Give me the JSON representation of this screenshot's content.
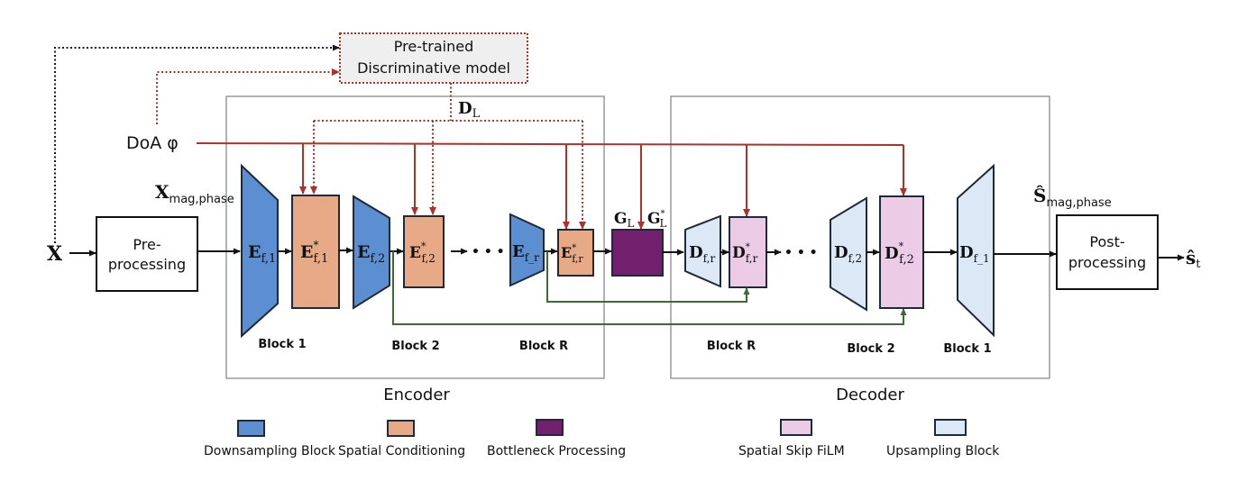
{
  "pretrained_model": {
    "line1": "Pre-trained",
    "line2": "Discriminative model"
  },
  "doa_label": "DoA φ",
  "dl_label": {
    "main": "D",
    "sub": "L"
  },
  "input": {
    "x": "X",
    "xmag": {
      "main": "X",
      "sub": "mag,phase"
    }
  },
  "preprocessing": {
    "line1": "Pre-",
    "line2": "processing"
  },
  "postprocessing": {
    "line1": "Post-",
    "line2": "processing"
  },
  "output": {
    "s_hat_mag": {
      "main": "Ŝ",
      "sub": "mag,phase"
    },
    "s_t": {
      "main": "ŝ",
      "sub": "t"
    }
  },
  "encoder": {
    "title": "Encoder",
    "blocks": [
      {
        "down": {
          "main": "E",
          "sub": "f,1"
        },
        "cond": {
          "main": "E",
          "sup": "*",
          "sub": "f,1"
        },
        "label": "Block 1"
      },
      {
        "down": {
          "main": "E",
          "sub": "f,2"
        },
        "cond": {
          "main": "E",
          "sup": "*",
          "sub": "f,2"
        },
        "label": "Block 2"
      },
      {
        "down": {
          "main": "E",
          "sub": "f_r"
        },
        "cond": {
          "main": "E",
          "sup": "*",
          "sub": "f,r"
        },
        "label": "Block R"
      }
    ],
    "ellipsis": "• • •"
  },
  "bottleneck": {
    "gl": {
      "main": "G",
      "sub": "L"
    },
    "gl_star": {
      "main": "G",
      "sup": "*",
      "sub": "L"
    }
  },
  "decoder": {
    "title": "Decoder",
    "blocks": [
      {
        "up": {
          "main": "D",
          "sub": "f,r"
        },
        "film": {
          "main": "D",
          "sup": "*",
          "sub": "f,r"
        },
        "label": "Block R"
      },
      {
        "up": {
          "main": "D",
          "sub": "f,2"
        },
        "film": {
          "main": "D",
          "sup": "*",
          "sub": "f,2"
        },
        "label": "Block 2"
      },
      {
        "up": {
          "main": "D",
          "sub": "f_1"
        },
        "label": "Block 1"
      }
    ],
    "ellipsis": "• • •"
  },
  "legend": [
    {
      "label": "Downsampling Block",
      "color": "#5b8fd1"
    },
    {
      "label": "Spatial Conditioning",
      "color": "#e8a987"
    },
    {
      "label": "Bottleneck Processing",
      "color": "#72206e"
    },
    {
      "label": "Spatial Skip FiLM",
      "color": "#ebcbe6"
    },
    {
      "label": "Upsampling Block",
      "color": "#dce8f5"
    }
  ],
  "colors": {
    "downsampling": "#5b8fd1",
    "conditioning": "#e8a987",
    "bottleneck": "#72206e",
    "film": "#ebcbe6",
    "upsampling": "#dce8f5",
    "doa_line": "#b0302a",
    "skip_line": "#3e6b35",
    "dotted_black": "#2a1030",
    "outline": "#1e2a3a",
    "frame": "#9a9a9a",
    "pretrained_fill": "#efefef"
  }
}
